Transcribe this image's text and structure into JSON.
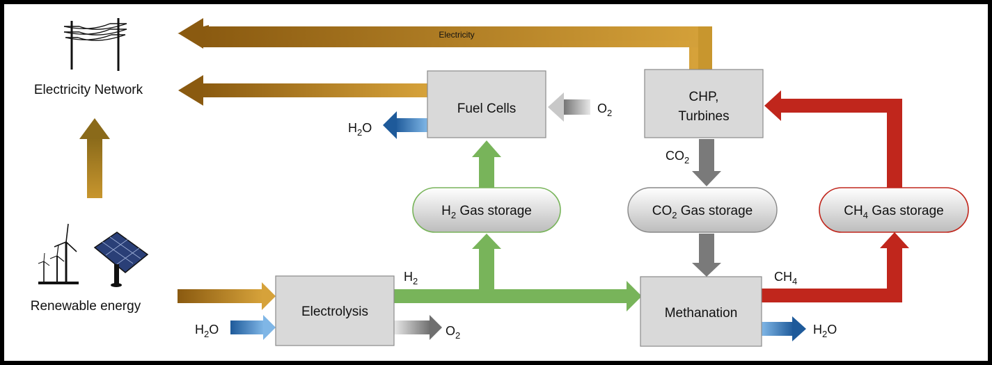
{
  "nodes": {
    "electricity_network": "Electricity Network",
    "renewable_energy": "Renewable energy",
    "fuel_cells": "Fuel Cells",
    "chp_line1": "CHP,",
    "chp_line2": "Turbines",
    "electrolysis": "Electrolysis",
    "methanation": "Methanation",
    "h2_storage": {
      "formula": "H",
      "sub": "2",
      "text": " Gas storage"
    },
    "co2_storage": {
      "formula": "CO",
      "sub": "2",
      "text": " Gas storage"
    },
    "ch4_storage": {
      "formula": "CH",
      "sub": "4",
      "text": " Gas storage"
    }
  },
  "flows": {
    "electricity": "Electricity",
    "h2o": {
      "formula": "H",
      "sub": "2",
      "tail": "O"
    },
    "o2": {
      "formula": "O",
      "sub": "2"
    },
    "h2": {
      "formula": "H",
      "sub": "2"
    },
    "co2": {
      "formula": "CO",
      "sub": "2"
    },
    "ch4": {
      "formula": "CH",
      "sub": "4"
    }
  },
  "colors": {
    "electricity": "#c8962e",
    "hydrogen": "#78b45a",
    "methane": "#c0261c",
    "co2": "#7a7a7a",
    "water": "#3f7fc4",
    "oxygen": "#a0a0a0",
    "process_box": "#d9d9d9"
  },
  "icons": {
    "power_lines": "power-line-icon",
    "wind_turbines": "wind-turbine-icon",
    "solar_panel": "solar-panel-icon"
  }
}
